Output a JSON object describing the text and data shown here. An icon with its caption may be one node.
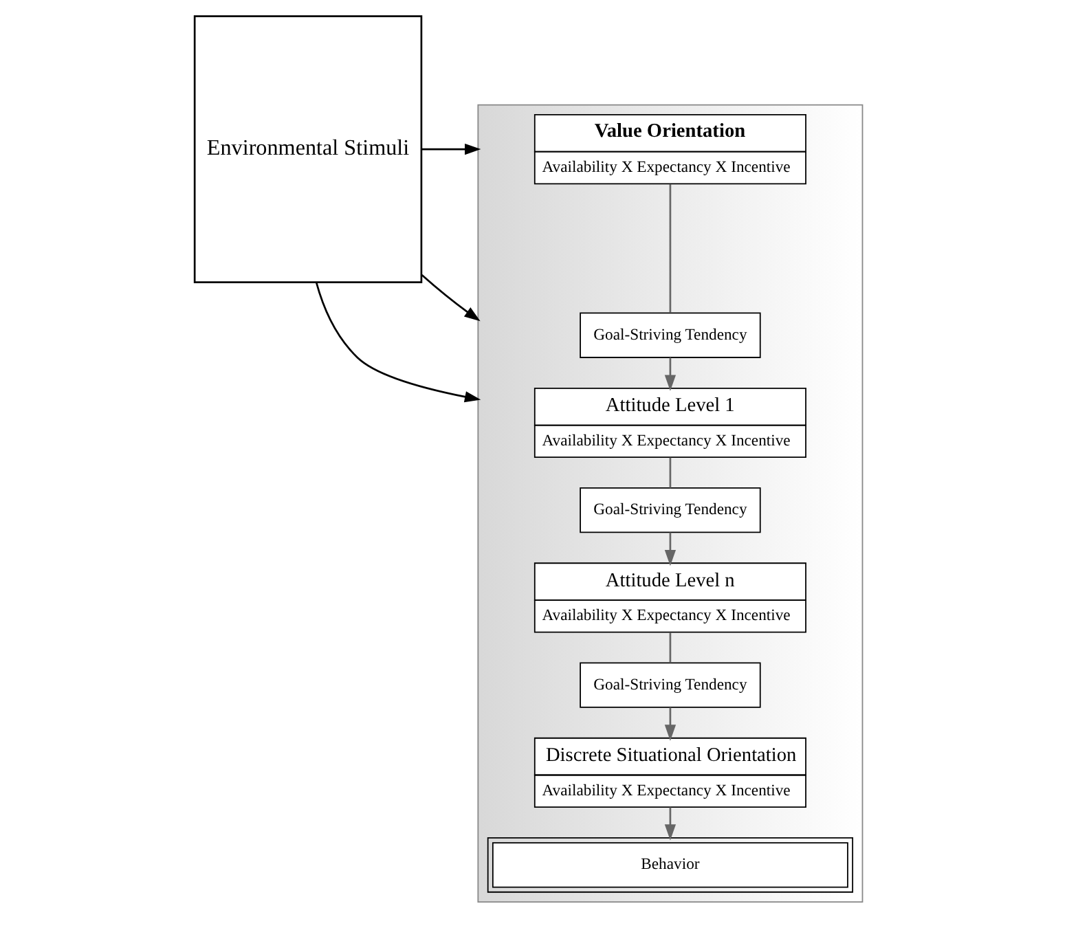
{
  "diagram": {
    "nodes": [
      {
        "text": [
          "Environmental Stimuli"
        ]
      },
      {
        "text": [],
        "shape": "box"
      },
      {
        "text": [
          "Value Orientation",
          "Availability X Expectancy X Incentive"
        ],
        "in": 1
      },
      {
        "text": [
          "Goal-Striving Tendency"
        ],
        "in": 1
      },
      {
        "text": [
          "Attitude Level 1",
          "Availability X Expectancy X Incentive"
        ],
        "in": 1
      },
      {
        "text": [
          "Goal-Striving Tendency"
        ],
        "in": 1
      },
      {
        "text": [
          "Attitude Level n",
          "Availability X Expectancy X Incentive"
        ],
        "in": 1
      },
      {
        "text": [
          "Goal-Striving Tendency"
        ],
        "in": 1
      },
      {
        "text": [
          "Discrete Situational Orientation",
          "Availability X Expectancy X Incentive"
        ],
        "in": 1
      },
      {
        "text": [
          "Behavior"
        ],
        "in": 1
      }
    ],
    "edges": [
      {
        "from": 0,
        "to": 1,
        "arrow": "to",
        "color": "#000000"
      },
      {
        "from": 0,
        "to": 1,
        "arrow": "to",
        "color": "#000000"
      },
      {
        "from": 0,
        "to": 1,
        "arrow": "to",
        "color": "#000000"
      },
      {
        "from": 2,
        "to": 3,
        "arrow": "none"
      },
      {
        "from": 3,
        "to": 4,
        "arrow": "to"
      },
      {
        "from": 4,
        "to": 5,
        "arrow": "none"
      },
      {
        "from": 5,
        "to": 6,
        "arrow": "to"
      },
      {
        "from": 6,
        "to": 7,
        "arrow": "none"
      },
      {
        "from": 7,
        "to": 8,
        "arrow": "to"
      },
      {
        "from": 8,
        "to": 9,
        "arrow": "to"
      }
    ]
  }
}
